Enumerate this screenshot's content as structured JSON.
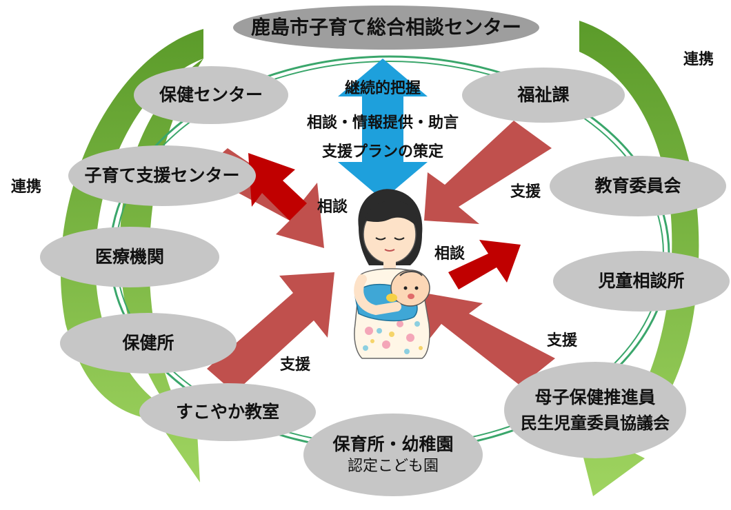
{
  "title": "鹿島市子育て総合相談センター",
  "center_texts": [
    "継続的把握",
    "相談・情報提供・助言",
    "支援プランの策定"
  ],
  "nodes": {
    "hoken_center": "保健センター",
    "kosodate_shien_center": "子育て支援センター",
    "iryo_kikan": "医療機関",
    "hokenjo": "保健所",
    "sukoyaka": "すこやか教室",
    "hoikusho_line1": "保育所・幼稚園",
    "hoikusho_line2": "認定こども園",
    "fukushika": "福祉課",
    "kyoiku_iinkai": "教育委員会",
    "jido_soudanjo": "児童相談所",
    "boshi_line1": "母子保健推進員",
    "boshi_line2": "民生児童委員協議会"
  },
  "flow_labels": {
    "renkei_left": "連携",
    "renkei_right": "連携",
    "soudan_left": "相談",
    "soudan_right": "相談",
    "shien_top_right": "支援",
    "shien_bottom_left": "支援",
    "shien_bottom_right": "支援"
  },
  "colors": {
    "node_fill": "#c6c6c6",
    "title_fill": "#9e9e9e",
    "ring": "#3aa66b",
    "big_arrow": "#c0504d",
    "small_arrow": "#c00000",
    "blue_arrow": "#1ea0dc",
    "green_dark": "#5b9b2a",
    "green_light": "#9fd460"
  }
}
